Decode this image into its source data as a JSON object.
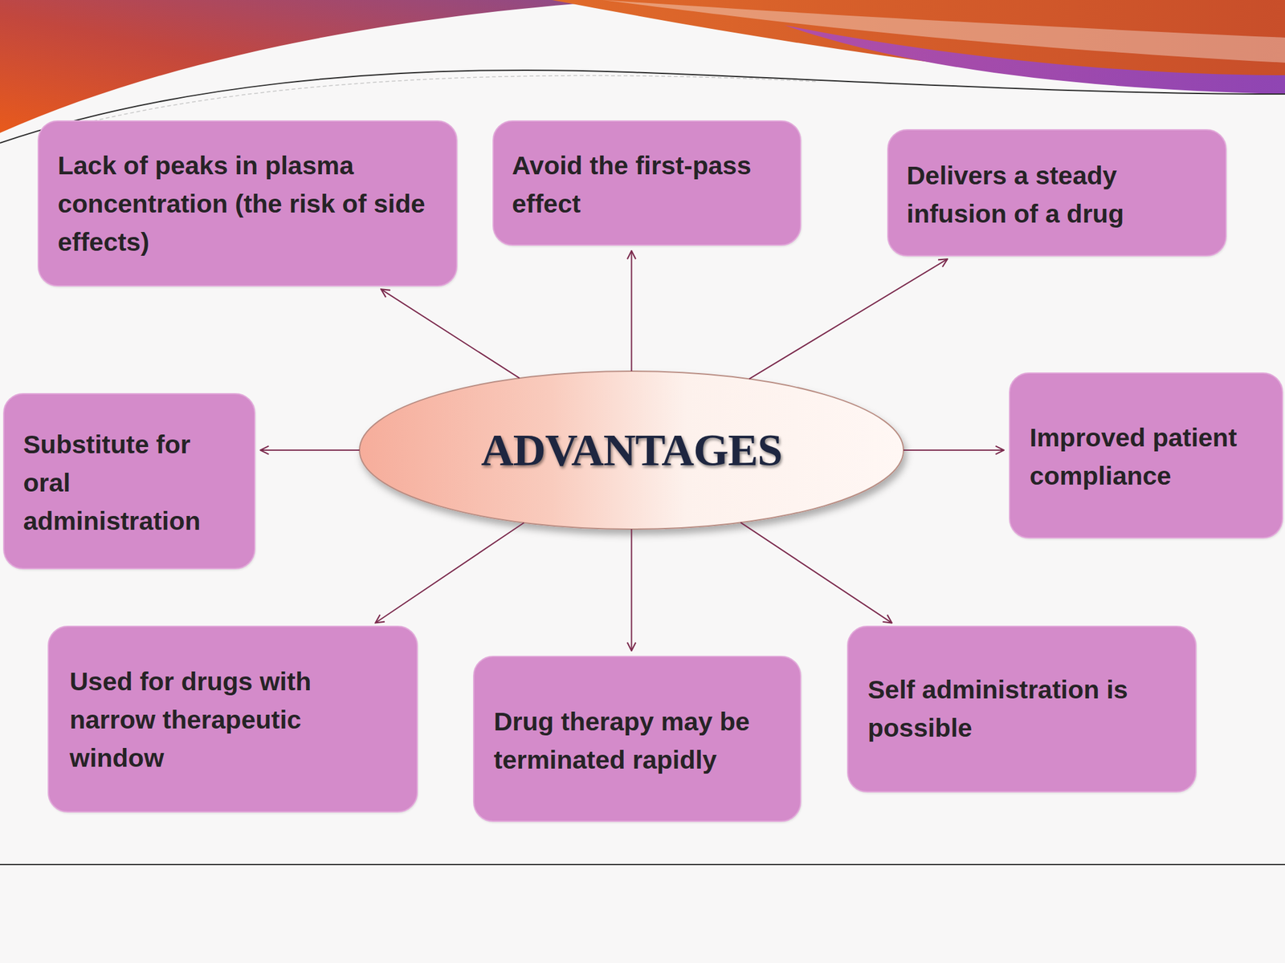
{
  "diagram": {
    "nodes": [
      {
        "text": [
          "Lack of peaks in plasma concentration (the risk of side effects)"
        ]
      },
      {
        "text": [
          "Avoid the first-pass effect"
        ]
      },
      {
        "text": [
          "Delivers a steady infusion of a drug"
        ]
      },
      {
        "text": [
          "Substitute for oral administration"
        ]
      },
      {
        "text": [
          "ADVANTAGES"
        ]
      },
      {
        "text": [
          "Improved patient compliance"
        ]
      },
      {
        "text": [
          "Used for drugs with narrow therapeutic window"
        ]
      },
      {
        "text": [
          "Drug therapy may be terminated rapidly"
        ]
      },
      {
        "text": [
          "Self administration is possible"
        ]
      }
    ],
    "edges": [
      {
        "from": 4,
        "to": 0,
        "arrow": "to"
      },
      {
        "from": 4,
        "to": 1,
        "arrow": "to"
      },
      {
        "from": 4,
        "to": 2,
        "arrow": "to"
      },
      {
        "from": 4,
        "to": 3,
        "arrow": "to"
      },
      {
        "from": 4,
        "to": 5,
        "arrow": "to"
      },
      {
        "from": 4,
        "to": 6,
        "arrow": "to"
      },
      {
        "from": 4,
        "to": 7,
        "arrow": "to"
      },
      {
        "from": 4,
        "to": 8,
        "arrow": "to"
      }
    ]
  }
}
